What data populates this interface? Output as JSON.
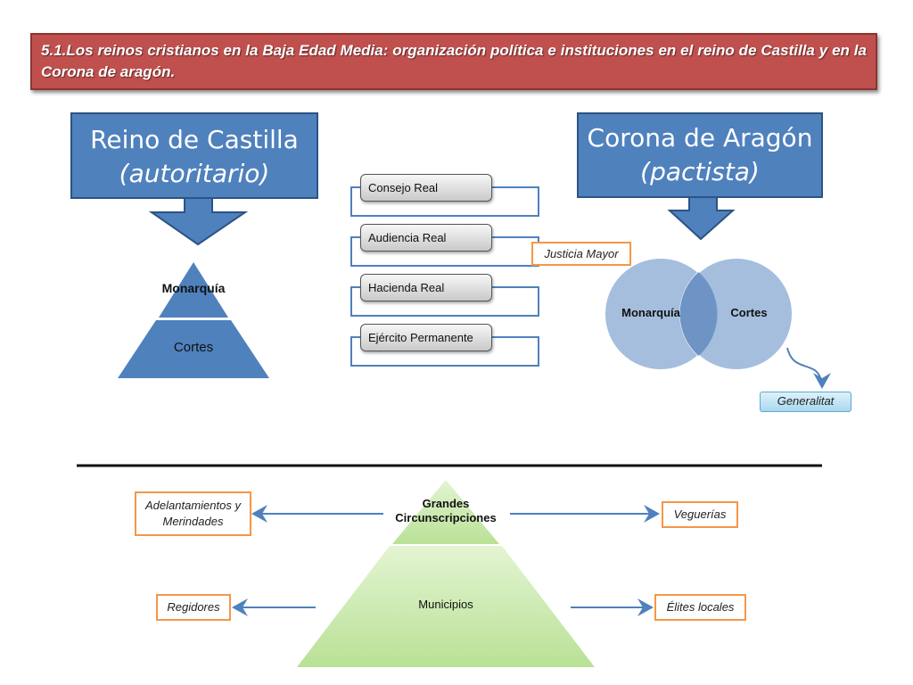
{
  "title": "5.1.Los reinos cristianos en la Baja Edad Media: organización política e instituciones en el reino de Castilla y en la Corona de aragón.",
  "castilla": {
    "name": "Reino de Castilla",
    "type": "(autoritario)",
    "top_level": "Monarquía",
    "bottom_level": "Cortes"
  },
  "aragon": {
    "name": "Corona de Aragón",
    "type": "(pactista)",
    "left_circle": "Monarquía",
    "right_circle": "Cortes",
    "institution": "Generalitat",
    "justicia": "Justicia Mayor"
  },
  "institutions": [
    "Consejo Real",
    "Audiencia Real",
    "Hacienda Real",
    "Ejército Permanente"
  ],
  "territorial": {
    "top": "Grandes Circunscripciones",
    "bottom": "Municipios",
    "castilla_top": "Adelantamientos y Merindades",
    "aragon_top": "Veguerías",
    "castilla_bottom": "Regidores",
    "aragon_bottom": "Élites locales"
  },
  "colors": {
    "title_bg": "#c0504d",
    "banner": "#4f81bd",
    "pyramid": "#4f81bd",
    "circle": "#95b3d7",
    "green_pyramid": "#c3e6a4",
    "orange": "#f79646",
    "arrow": "#4f81bd"
  }
}
